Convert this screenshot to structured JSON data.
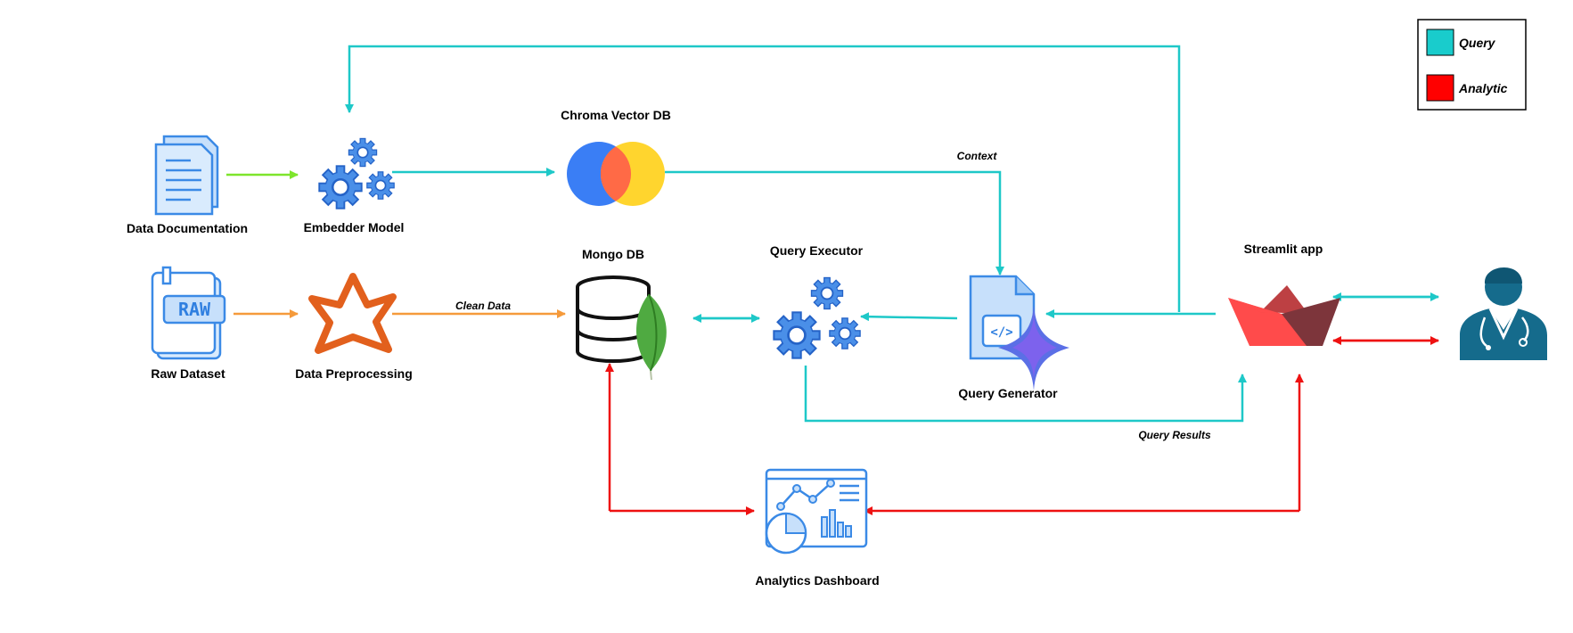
{
  "colors": {
    "query": "#1ec8c8",
    "analytic": "#ee1111",
    "doc_arrow": "#7ee52c",
    "data_arrow": "#f59a3b",
    "icon_blue": "#2f7fe0"
  },
  "legend": {
    "items": [
      {
        "label": "Query",
        "color": "#19cccc"
      },
      {
        "label": "Analytic",
        "color": "#ff0000"
      }
    ]
  },
  "nodes": {
    "data_documentation": {
      "label": "Data Documentation",
      "icon": "document-icon"
    },
    "embedder_model": {
      "label": "Embedder Model",
      "icon": "gears-icon"
    },
    "chroma_vector_db": {
      "label": "Chroma Vector DB",
      "icon": "chroma-logo-icon"
    },
    "raw_dataset": {
      "label": "Raw Dataset",
      "icon": "raw-file-icon"
    },
    "data_preprocessing": {
      "label": "Data Preprocessing",
      "icon": "star-icon"
    },
    "mongo_db": {
      "label": "Mongo DB",
      "icon": "database-leaf-icon"
    },
    "query_executor": {
      "label": "Query Executor",
      "icon": "gears-icon"
    },
    "query_generator": {
      "label": "Query Generator",
      "icon": "code-file-sparkle-icon"
    },
    "streamlit_app": {
      "label": "Streamlit app",
      "icon": "streamlit-logo-icon"
    },
    "analytics_dashboard": {
      "label": "Analytics Dashboard",
      "icon": "dashboard-icon"
    },
    "doctor_user": {
      "icon": "doctor-icon"
    }
  },
  "edge_labels": {
    "context": "Context",
    "clean_data": "Clean Data",
    "query_results": "Query Results"
  }
}
